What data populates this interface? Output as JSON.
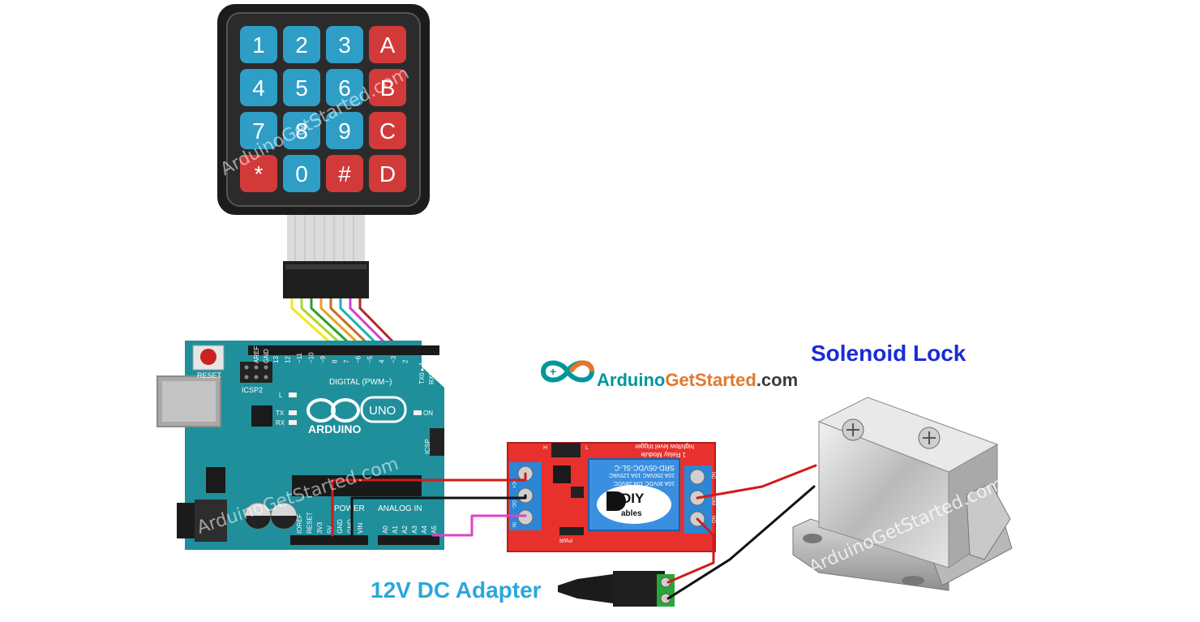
{
  "labels": {
    "solenoid_lock": "Solenoid Lock",
    "dc_adapter": "12V DC Adapter"
  },
  "brand": {
    "name_part1": "Arduino",
    "name_part2": "GetStarted",
    "name_part3": ".com",
    "watermark": "ArduinoGetStarted.com"
  },
  "keypad": {
    "keys": [
      "1",
      "2",
      "3",
      "A",
      "4",
      "5",
      "6",
      "B",
      "7",
      "8",
      "9",
      "C",
      "*",
      "0",
      "#",
      "D"
    ],
    "colors": {
      "blue": "#2f9ec6",
      "red": "#d23a3a",
      "body": "#222222"
    }
  },
  "arduino": {
    "name": "ARDUINO",
    "model": "UNO",
    "reset": "RESET",
    "digital": "DIGITAL (PWM~)",
    "power": "POWER",
    "analog": "ANALOG IN",
    "icsp": "ICSP",
    "icsp2": "ICSP2",
    "on": "ON",
    "aref": "AREF",
    "gnd": "GND",
    "tx": "TX",
    "rx": "RX",
    "l": "L",
    "txd": "TX0 ▸ 1",
    "rxd": "RX0 ◂ 0",
    "digital_pins": [
      "13",
      "12",
      "~11",
      "~10",
      "~9",
      "8",
      "7",
      "~6",
      "~5",
      "4",
      "~3",
      "2"
    ],
    "power_pins": [
      "IOREF",
      "RESET",
      "3V3",
      "5V",
      "GND",
      "GND",
      "VIN"
    ],
    "analog_pins": [
      "A0",
      "A1",
      "A2",
      "A3",
      "A4",
      "A5"
    ],
    "color": "#1f8f9b"
  },
  "relay": {
    "module": "1 Relay Module",
    "trigger": "high/low level trigger",
    "part": "SRD-05VDC-SL-C",
    "rating1": "10A 250VAC 10A 125VAC",
    "rating2": "10A 30VDC 10A 28VDC",
    "brand_diy": "DIY",
    "brand_ables": "ables",
    "pwr": "PWR",
    "l": "L",
    "h": "H",
    "in_pins": [
      "DC+",
      "DC-",
      "IN"
    ],
    "out_pins": [
      "NC",
      "COM",
      "NO"
    ],
    "color": "#e8312d"
  },
  "wire_colors": {
    "red": "#d11a1a",
    "black": "#111111",
    "pink": "#e040c8",
    "ribbon": [
      "#f0e81a",
      "#a8d82a",
      "#2aa02a",
      "#e8a020",
      "#c07028",
      "#20b0b0",
      "#d040d0",
      "#b02828"
    ]
  }
}
